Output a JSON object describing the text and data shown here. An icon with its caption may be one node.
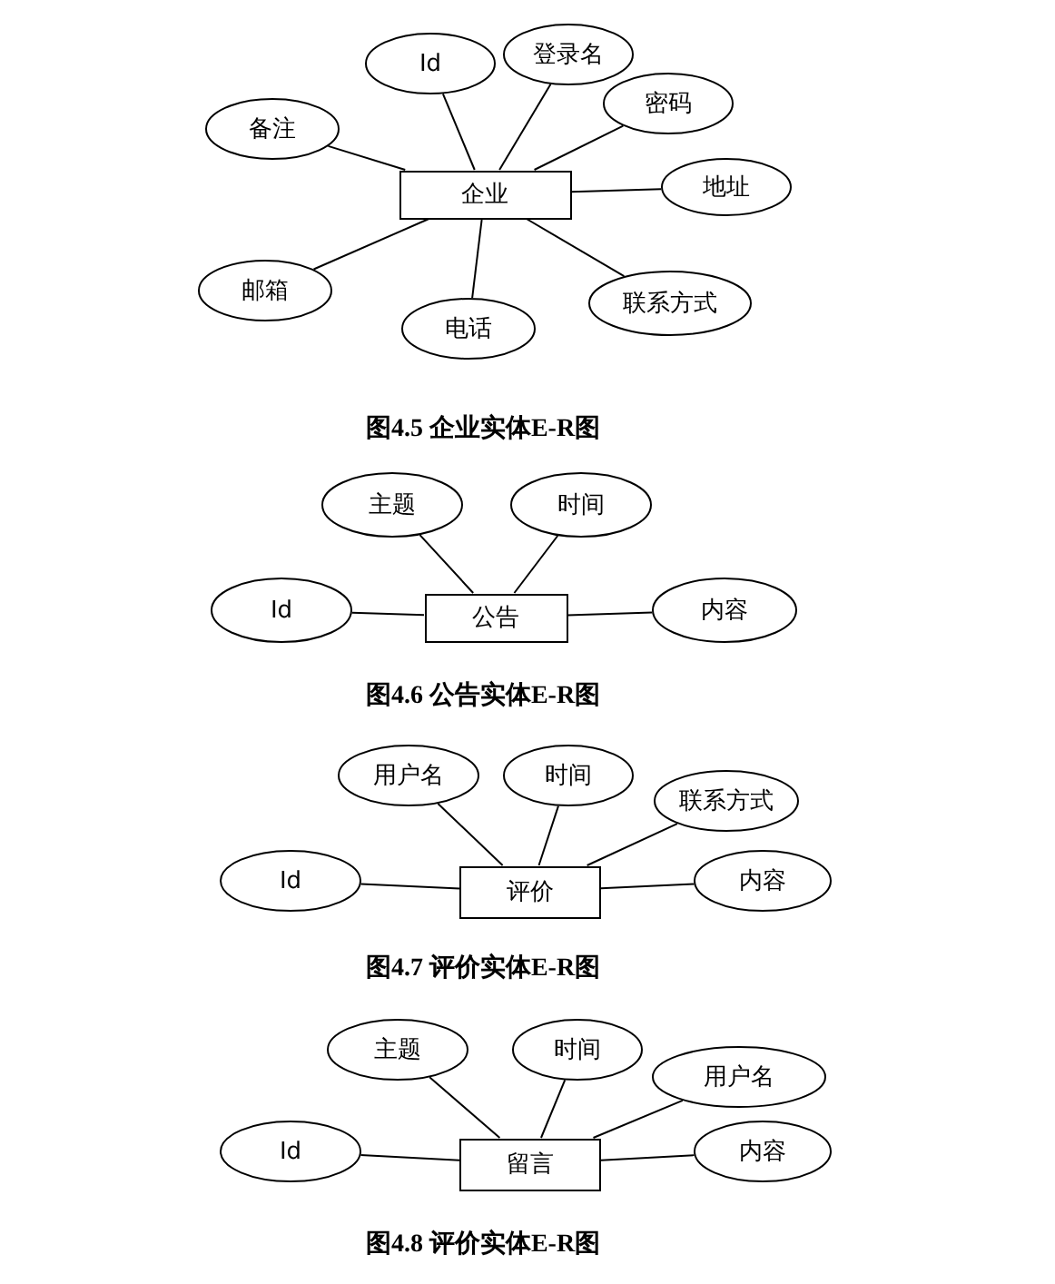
{
  "diagram": {
    "nodes": [
      {
        "text": [
          "企业"
        ]
      },
      {
        "text": [
          "Id"
        ]
      },
      {
        "text": [
          "登录名"
        ]
      },
      {
        "text": [
          "密码"
        ]
      },
      {
        "text": [
          "备注"
        ]
      },
      {
        "text": [
          "地址"
        ]
      },
      {
        "text": [
          "邮箱"
        ]
      },
      {
        "text": [
          "电话"
        ]
      },
      {
        "text": [
          "联系方式"
        ]
      },
      {
        "text": [
          "公告"
        ]
      },
      {
        "text": [
          "主题"
        ]
      },
      {
        "text": [
          "时间"
        ]
      },
      {
        "text": [
          "Id"
        ]
      },
      {
        "text": [
          "内容"
        ]
      },
      {
        "text": [
          "评价"
        ]
      },
      {
        "text": [
          "用户名"
        ]
      },
      {
        "text": [
          "时间"
        ]
      },
      {
        "text": [
          "联系方式"
        ]
      },
      {
        "text": [
          "Id"
        ]
      },
      {
        "text": [
          "内容"
        ]
      },
      {
        "text": [
          "留言"
        ]
      },
      {
        "text": [
          "主题"
        ]
      },
      {
        "text": [
          "时间"
        ]
      },
      {
        "text": [
          "用户名"
        ]
      },
      {
        "text": [
          "Id"
        ]
      },
      {
        "text": [
          "内容"
        ]
      }
    ],
    "edges": [
      {
        "from": 0,
        "to": 1,
        "arrow": "none"
      },
      {
        "from": 0,
        "to": 2,
        "arrow": "none"
      },
      {
        "from": 0,
        "to": 3,
        "arrow": "none"
      },
      {
        "from": 0,
        "to": 4,
        "arrow": "none"
      },
      {
        "from": 0,
        "to": 5,
        "arrow": "none"
      },
      {
        "from": 0,
        "to": 6,
        "arrow": "none"
      },
      {
        "from": 0,
        "to": 7,
        "arrow": "none"
      },
      {
        "from": 0,
        "to": 8,
        "arrow": "none"
      },
      {
        "from": 9,
        "to": 10,
        "arrow": "none"
      },
      {
        "from": 9,
        "to": 11,
        "arrow": "none"
      },
      {
        "from": 9,
        "to": 12,
        "arrow": "none"
      },
      {
        "from": 9,
        "to": 13,
        "arrow": "none"
      },
      {
        "from": 14,
        "to": 15,
        "arrow": "none"
      },
      {
        "from": 14,
        "to": 16,
        "arrow": "none"
      },
      {
        "from": 14,
        "to": 17,
        "arrow": "none"
      },
      {
        "from": 14,
        "to": 18,
        "arrow": "none"
      },
      {
        "from": 14,
        "to": 19,
        "arrow": "none"
      },
      {
        "from": 20,
        "to": 21,
        "arrow": "none"
      },
      {
        "from": 20,
        "to": 22,
        "arrow": "none"
      },
      {
        "from": 20,
        "to": 23,
        "arrow": "none"
      },
      {
        "from": 20,
        "to": 24,
        "arrow": "none"
      },
      {
        "from": 20,
        "to": 25,
        "arrow": "none"
      }
    ],
    "labels": [
      "图4.5 企业实体E-R图",
      "图4.6 公告实体E-R图",
      "图4.7 评价实体E-R图",
      "图4.8 评价实体E-R图"
    ]
  }
}
